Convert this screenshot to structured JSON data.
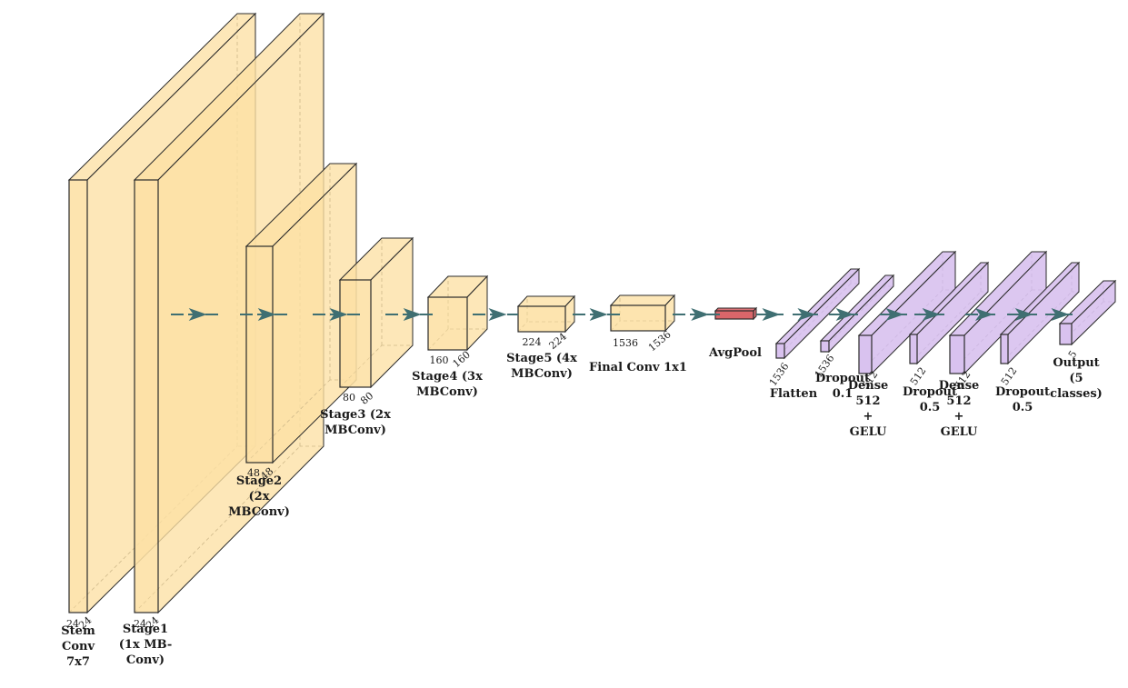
{
  "colors": {
    "conv_fill": "#fde0a4",
    "conv_edge": "#2b2b2b",
    "dense_fill": "#d9c2ef",
    "pool_fill": "#d9666a",
    "arrow": "#3f6f72"
  },
  "layers": [
    {
      "id": "stem",
      "kind": "conv",
      "lines": [
        "Stem",
        "Conv",
        "7x7"
      ],
      "dims": [
        "24",
        "24"
      ]
    },
    {
      "id": "stage1",
      "kind": "conv",
      "lines": [
        "Stage1",
        "(1x MB-",
        "Conv)"
      ],
      "dims": [
        "24",
        "24"
      ]
    },
    {
      "id": "stage2",
      "kind": "conv",
      "lines": [
        "Stage2",
        "(2x",
        "MBConv)"
      ],
      "dims": [
        "48",
        "48"
      ]
    },
    {
      "id": "stage3",
      "kind": "conv",
      "lines": [
        "Stage3 (2x",
        "MBConv)"
      ],
      "dims": [
        "80",
        "80"
      ]
    },
    {
      "id": "stage4",
      "kind": "conv",
      "lines": [
        "Stage4 (3x",
        "MBConv)"
      ],
      "dims": [
        "160",
        "160"
      ]
    },
    {
      "id": "stage5",
      "kind": "conv",
      "lines": [
        "Stage5 (4x",
        "MBConv)"
      ],
      "dims": [
        "224",
        "224"
      ]
    },
    {
      "id": "final-conv",
      "kind": "conv",
      "lines": [
        "Final Conv 1x1"
      ],
      "dims": [
        "1536",
        "1536"
      ]
    },
    {
      "id": "avgpool",
      "kind": "pool",
      "lines": [
        "AvgPool"
      ],
      "dims": []
    },
    {
      "id": "flatten",
      "kind": "dense",
      "lines": [
        "Flatten"
      ],
      "dims": [
        "1536"
      ]
    },
    {
      "id": "dropout-1",
      "kind": "dense",
      "lines": [
        "Dropout",
        "0.1"
      ],
      "dims": [
        "1536"
      ]
    },
    {
      "id": "dense-1",
      "kind": "dense",
      "lines": [
        "Dense",
        "512",
        "+",
        "GELU"
      ],
      "dims": [
        "512"
      ]
    },
    {
      "id": "dropout-2",
      "kind": "dense",
      "lines": [
        "Dropout",
        "0.5"
      ],
      "dims": [
        "512"
      ]
    },
    {
      "id": "dense-2",
      "kind": "dense",
      "lines": [
        "Dense",
        "512",
        "+",
        "GELU"
      ],
      "dims": [
        "512"
      ]
    },
    {
      "id": "dropout-3",
      "kind": "dense",
      "lines": [
        "Dropout",
        "0.5"
      ],
      "dims": [
        "512"
      ]
    },
    {
      "id": "output",
      "kind": "dense",
      "lines": [
        "Output",
        "(5",
        "classes)"
      ],
      "dims": [
        "5"
      ]
    }
  ]
}
